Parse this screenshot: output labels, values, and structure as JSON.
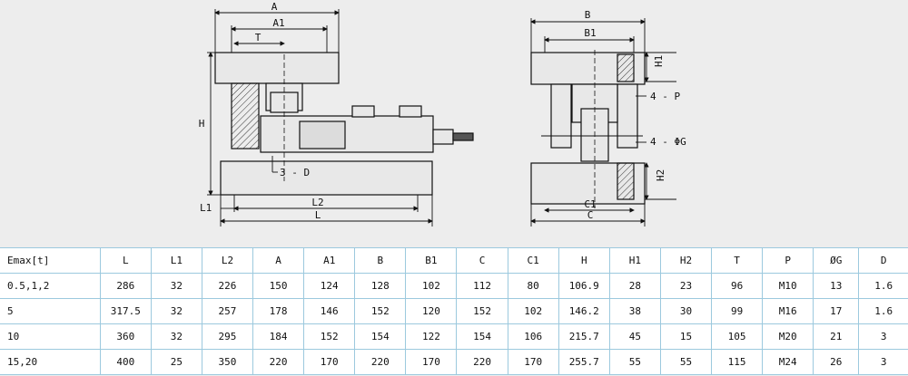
{
  "drawing": {
    "side_view_labels": {
      "A": "A",
      "A1": "A1",
      "T": "T",
      "H": "H",
      "three_D": "3 - D",
      "L1": "L1",
      "L2": "L2",
      "L": "L"
    },
    "end_view_labels": {
      "B": "B",
      "B1": "B1",
      "H1": "H1",
      "four_P": "4 - P",
      "four_G": "4 - ΦG",
      "H2": "H2",
      "C1": "C1",
      "C": "C"
    }
  },
  "table": {
    "headers": [
      "Emax[t]",
      "L",
      "L1",
      "L2",
      "A",
      "A1",
      "B",
      "B1",
      "C",
      "C1",
      "H",
      "H1",
      "H2",
      "T",
      "P",
      "ØG",
      "D"
    ],
    "rows": [
      [
        "0.5,1,2",
        "286",
        "32",
        "226",
        "150",
        "124",
        "128",
        "102",
        "112",
        "80",
        "106.9",
        "28",
        "23",
        "96",
        "M10",
        "13",
        "1.6"
      ],
      [
        "5",
        "317.5",
        "32",
        "257",
        "178",
        "146",
        "152",
        "120",
        "152",
        "102",
        "146.2",
        "38",
        "30",
        "99",
        "M16",
        "17",
        "1.6"
      ],
      [
        "10",
        "360",
        "32",
        "295",
        "184",
        "152",
        "154",
        "122",
        "154",
        "106",
        "215.7",
        "45",
        "15",
        "105",
        "M20",
        "21",
        "3"
      ],
      [
        "15,20",
        "400",
        "25",
        "350",
        "220",
        "170",
        "220",
        "170",
        "220",
        "170",
        "255.7",
        "55",
        "55",
        "115",
        "M24",
        "26",
        "3"
      ]
    ]
  }
}
